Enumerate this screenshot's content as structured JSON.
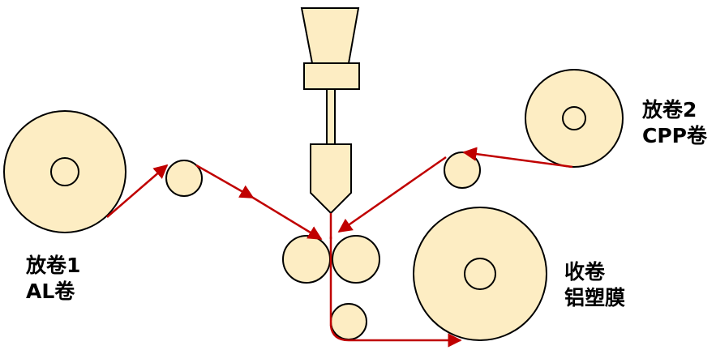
{
  "colors": {
    "roller_fill": "#fdedc3",
    "outline": "#000000",
    "web_line": "#c00000",
    "background": "#ffffff"
  },
  "labels": {
    "unwind1": {
      "line1": "放卷1",
      "line2": "AL卷"
    },
    "unwind2": {
      "line1": "放卷2",
      "line2": "CPP卷"
    },
    "rewind": {
      "line1": "收卷",
      "line2": "铝塑膜"
    }
  },
  "components": [
    "hopper",
    "extrusion-die",
    "unwind-roll-1",
    "guide-roller-left",
    "unwind-roll-2",
    "guide-roller-right",
    "nip-roller-left",
    "nip-roller-right",
    "chill-roller",
    "rewind-roll"
  ]
}
